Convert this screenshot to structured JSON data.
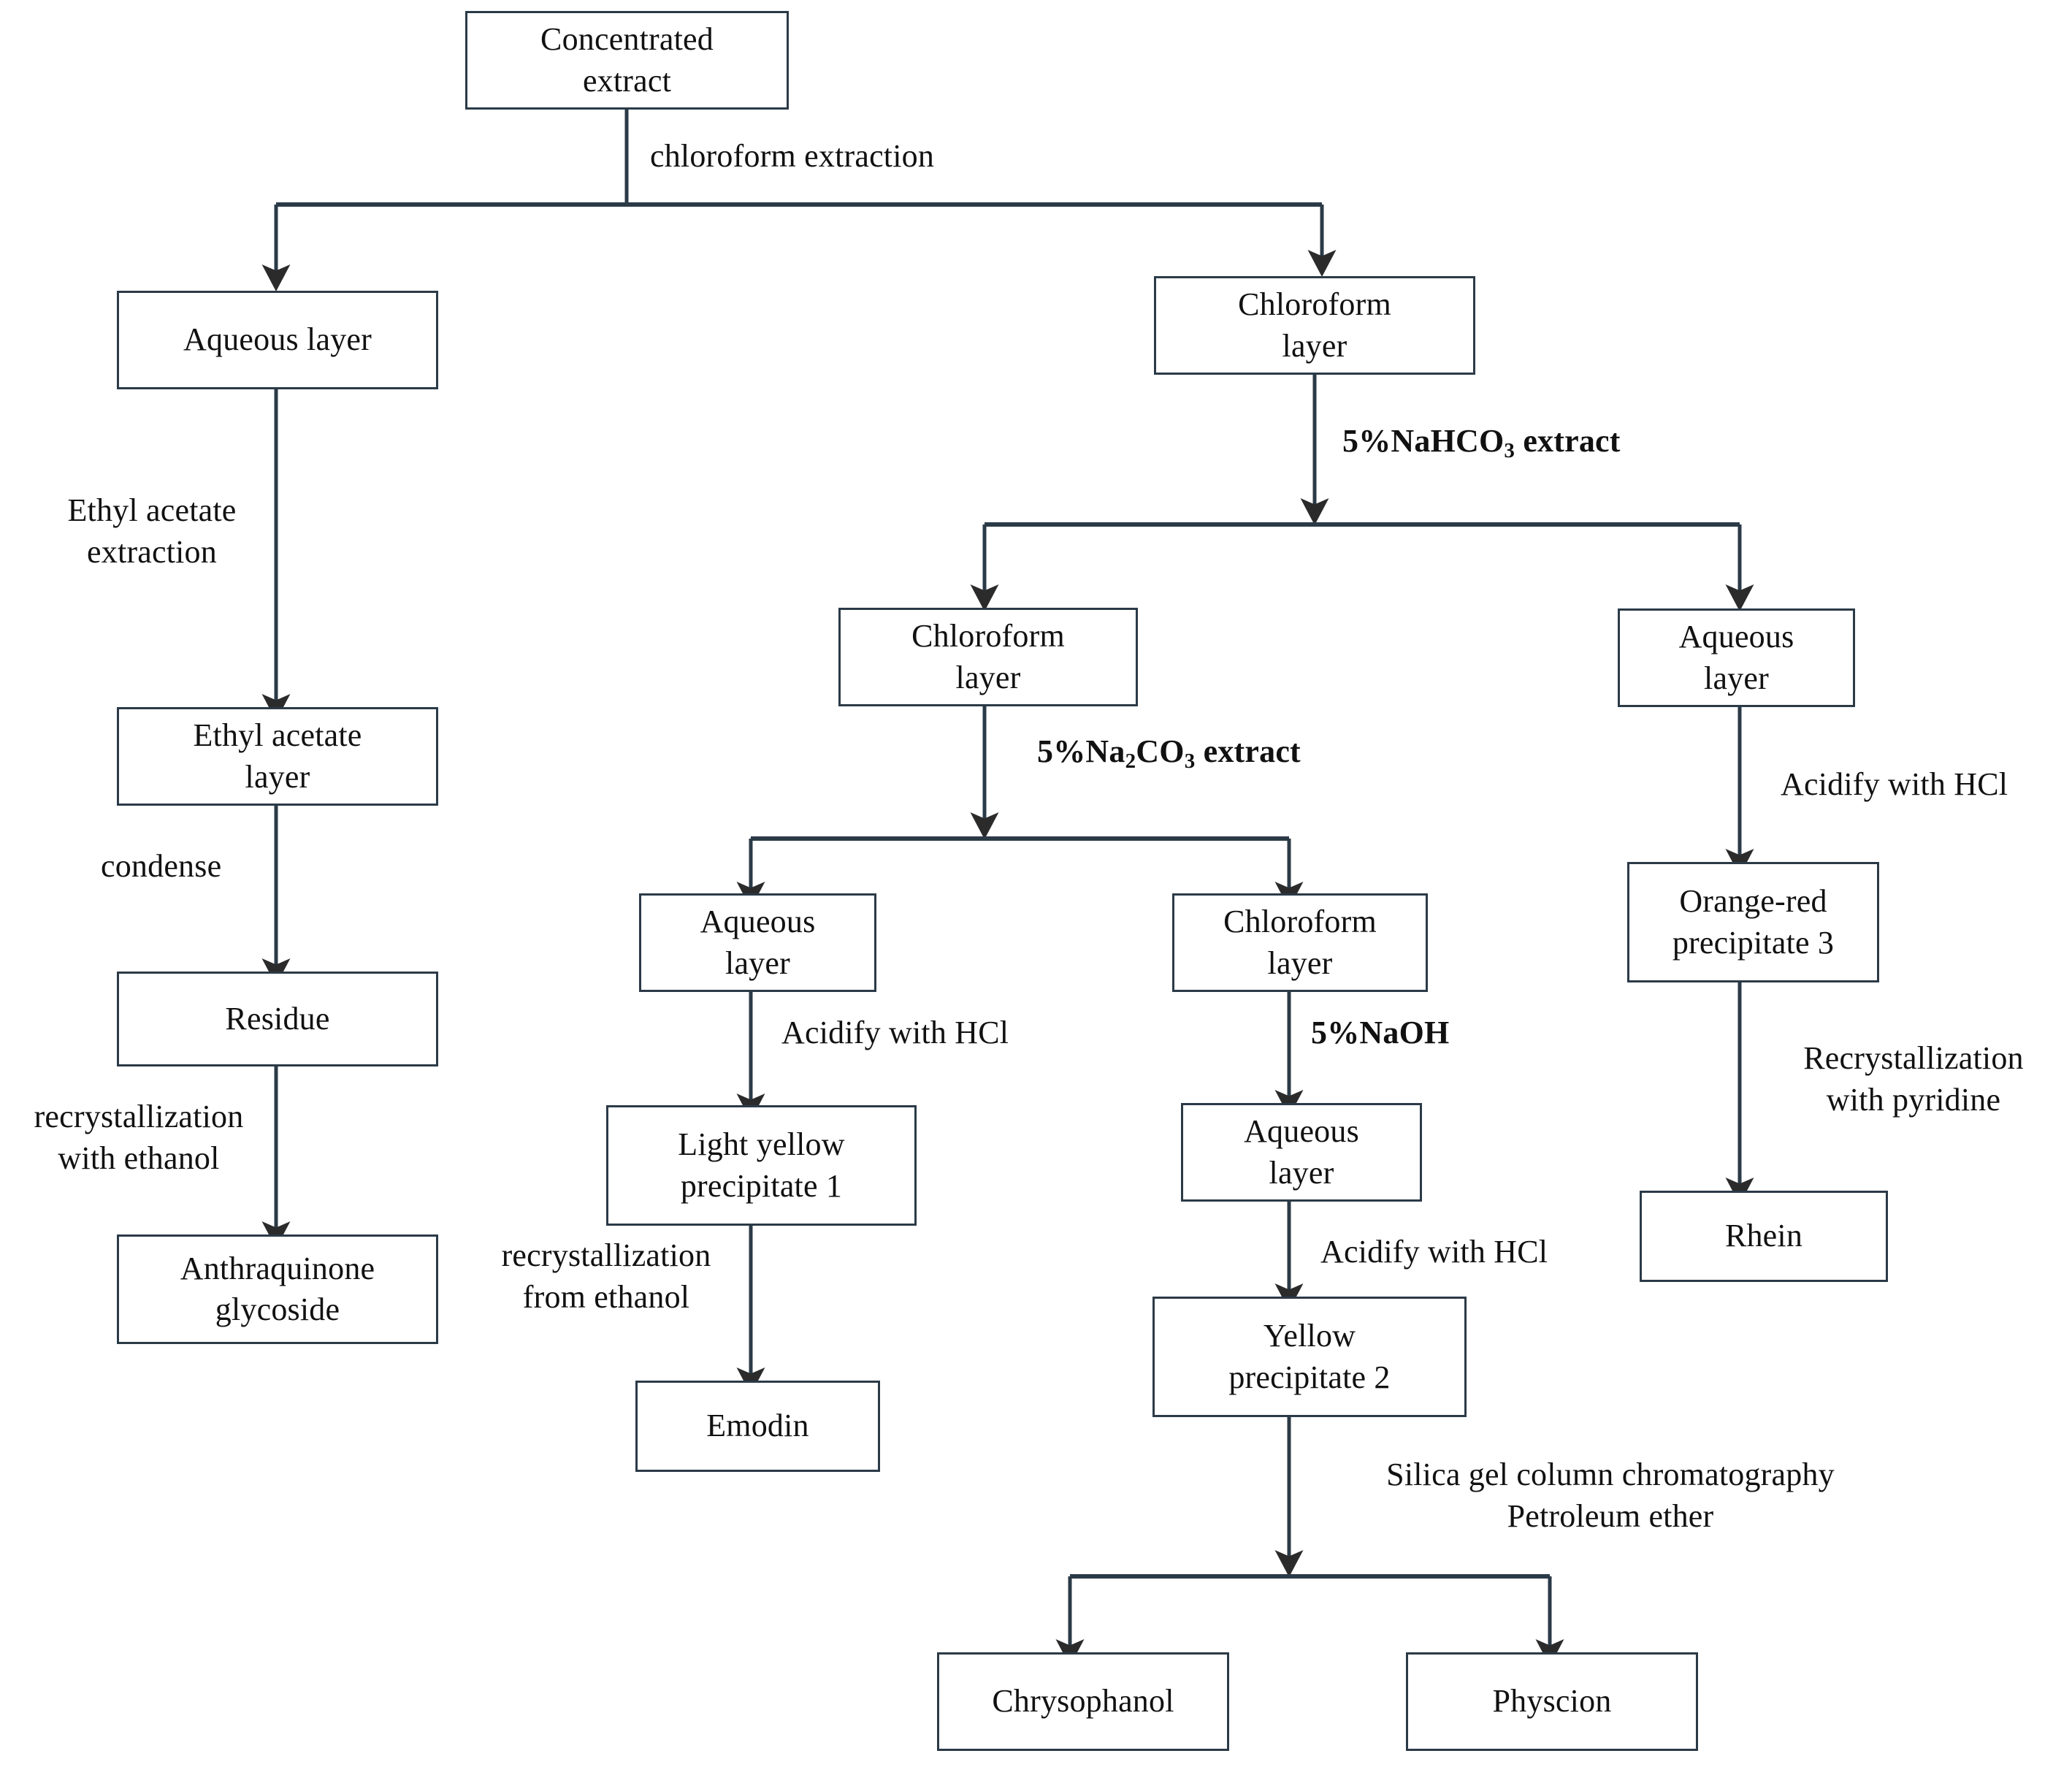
{
  "diagram": {
    "title": "Anthraquinone isolation flow chart",
    "stroke_color": "#2b3a47",
    "text_color": "#111111",
    "background": "#ffffff",
    "type": "flowchart"
  },
  "nodes": {
    "concentrated_extract": "Concentrated\nextract",
    "aqueous_layer_left": "Aqueous layer",
    "chloroform_layer_top": "Chloroform\nlayer",
    "ethyl_acetate_layer": "Ethyl acetate\nlayer",
    "residue": "Residue",
    "anthraquinone_glycoside": "Anthraquinone\nglycoside",
    "chloroform_layer_mid": "Chloroform\nlayer",
    "aqueous_layer_right": "Aqueous\nlayer",
    "aqueous_layer_mid": "Aqueous\nlayer",
    "chloroform_layer_lower": "Chloroform\nlayer",
    "orange_red_precipitate": "Orange-red\nprecipitate 3",
    "light_yellow_precipitate": "Light yellow\nprecipitate 1",
    "aqueous_layer_lower": "Aqueous\nlayer",
    "rhein": "Rhein",
    "emodin": "Emodin",
    "yellow_precipitate": "Yellow\nprecipitate 2",
    "chrysophanol": "Chrysophanol",
    "physcion": "Physcion"
  },
  "edge_labels": {
    "chloroform_extraction": "chloroform extraction",
    "ethyl_acetate_extraction": "Ethyl acetate\nextraction",
    "nahco3_extract_prefix": "5%NaHCO",
    "nahco3_extract_sub": "3",
    "nahco3_extract_suffix": " extract",
    "condense": "condense",
    "na2co3_extract_prefix": "5%Na",
    "na2co3_extract_sub1": "2",
    "na2co3_extract_mid": "CO",
    "na2co3_extract_sub2": "3",
    "na2co3_extract_suffix": " extract",
    "acidify_hcl_right": "Acidify with HCl",
    "recrystallization_ethanol": "recrystallization\nwith ethanol",
    "acidify_hcl_mid": "Acidify with HCl",
    "naoh_5pct": "5%NaOH",
    "recrystallization_pyridine": "Recrystallization\nwith pyridine",
    "recrystallization_from_ethanol": "recrystallization\nfrom ethanol",
    "acidify_hcl_lower": "Acidify with HCl",
    "silica_gel": "Silica gel column chromatography\nPetroleum ether"
  }
}
